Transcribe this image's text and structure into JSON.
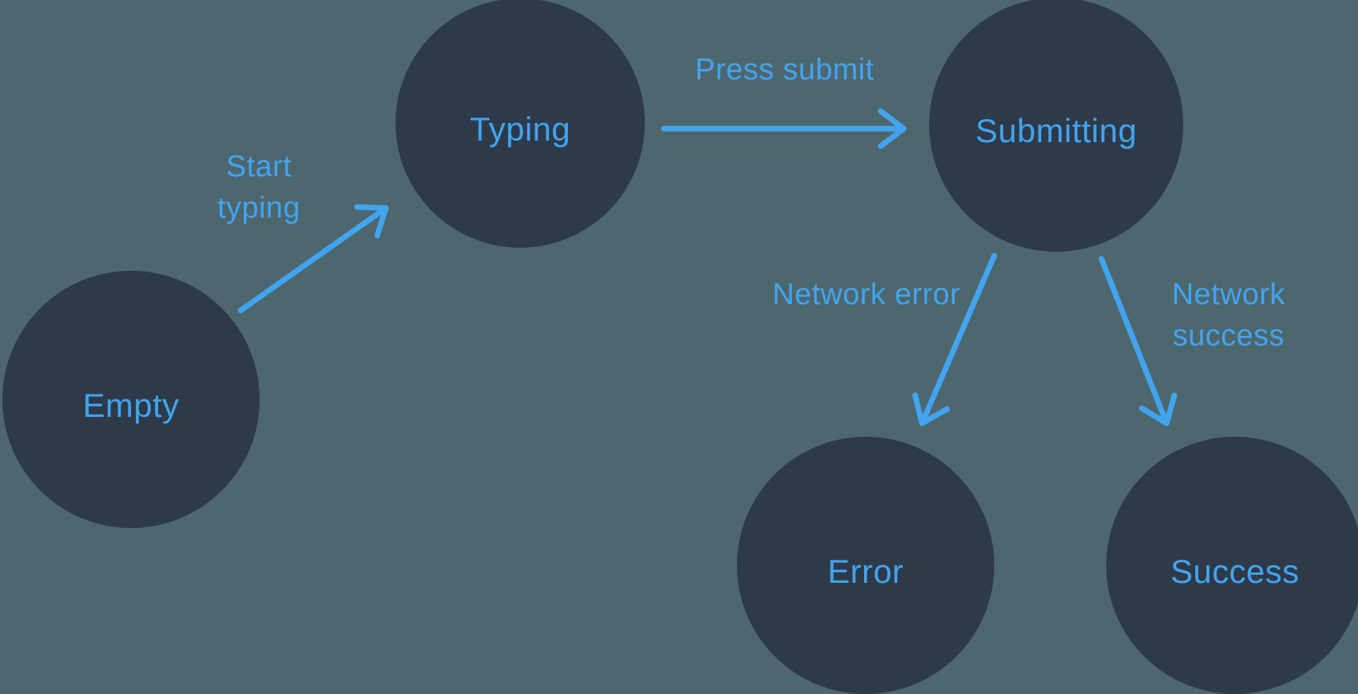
{
  "states": [
    {
      "id": "empty",
      "label": "Empty"
    },
    {
      "id": "typing",
      "label": "Typing"
    },
    {
      "id": "submitting",
      "label": "Submitting"
    },
    {
      "id": "error",
      "label": "Error"
    },
    {
      "id": "success",
      "label": "Success"
    }
  ],
  "transitions": [
    {
      "id": "start-typing",
      "label": "Start typing",
      "from": "empty",
      "to": "typing"
    },
    {
      "id": "press-submit",
      "label": "Press submit",
      "from": "typing",
      "to": "submitting"
    },
    {
      "id": "network-error",
      "label": "Network error",
      "from": "submitting",
      "to": "error"
    },
    {
      "id": "network-success",
      "label": "Network success",
      "from": "submitting",
      "to": "success"
    }
  ],
  "colors": {
    "background": "#4D676E",
    "node_fill": "#2E3A49",
    "accent": "#42A4EF"
  }
}
